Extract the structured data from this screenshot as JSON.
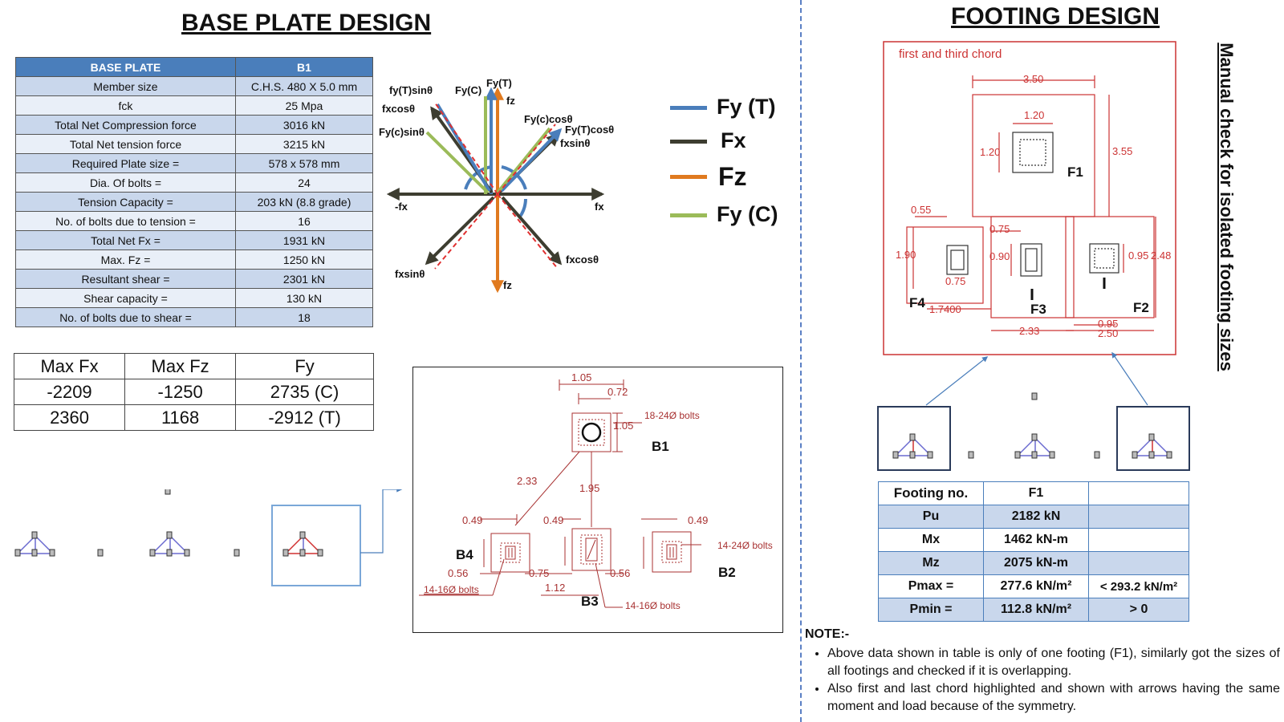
{
  "base_plate": {
    "title": "BASE PLATE DESIGN",
    "table": {
      "header": [
        "BASE PLATE",
        "B1"
      ],
      "rows": [
        [
          "Member size",
          "C.H.S. 480 X 5.0 mm"
        ],
        [
          "fck",
          "25 Mpa"
        ],
        [
          "Total Net Compression force",
          "3016 kN"
        ],
        [
          "Total Net tension force",
          "3215 kN"
        ],
        [
          "Required Plate size =",
          "578 x 578 mm"
        ],
        [
          "Dia. Of bolts =",
          "24"
        ],
        [
          "Tension Capacity =",
          "203 kN (8.8 grade)"
        ],
        [
          "No. of bolts due to tension =",
          "16"
        ],
        [
          "Total Net Fx =",
          "1931 kN"
        ],
        [
          "Max. Fz =",
          "1250 kN"
        ],
        [
          "Resultant shear =",
          "2301 kN"
        ],
        [
          "Shear capacity =",
          "130 kN"
        ],
        [
          "No. of bolts due to shear =",
          "18"
        ]
      ]
    },
    "max_table": {
      "header": [
        "Max Fx",
        "Max Fz",
        "Fy"
      ],
      "rows": [
        [
          "-2209",
          "-1250",
          "2735 (C)"
        ],
        [
          "2360",
          "1168",
          "-2912 (T)"
        ]
      ]
    }
  },
  "force_diagram": {
    "labels": {
      "fy_t_sin": "fy(T)sinθ",
      "fx_cos_ul": "fxcosθ",
      "fy_c_sin": "Fy(c)sinθ",
      "fy_c": "Fy(C)",
      "fy_t": "Fy(T)",
      "fz_top": "fz",
      "fy_c_cos": "Fy(c)cosθ",
      "fy_t_cos": "Fy(T)cosθ",
      "fx_sin_ur": "fxsinθ",
      "neg_fx": "-fx",
      "pos_fx": "fx",
      "fx_sin_ll": "fxsinθ",
      "fx_cos_lr": "fxcosθ",
      "fz_bottom": "fz"
    },
    "legend": [
      {
        "label": "Fy (T)",
        "color": "#4a7ebb"
      },
      {
        "label": "Fx",
        "color": "#3d3d30"
      },
      {
        "label": "Fz",
        "color": "#e07a1f"
      },
      {
        "label": "Fy (C)",
        "color": "#9bbb59"
      }
    ]
  },
  "plate_layout": {
    "dims": {
      "d105a": "1.05",
      "d072": "0.72",
      "d105b": "1.05",
      "bolts_b1": "18-24Ø bolts",
      "b1": "B1",
      "d233": "2.33",
      "d195": "1.95",
      "d049a": "0.49",
      "d049b": "0.49",
      "d049c": "0.49",
      "b4": "B4",
      "d056a": "0.56",
      "d075": "0.75",
      "d056b": "0.56",
      "bolts_b4": "14-16Ø bolts",
      "d112": "1.12",
      "b3": "B3",
      "bolts_b3": "14-16Ø bolts",
      "bolts_b2": "14-24Ø bolts",
      "b2": "B2"
    }
  },
  "footing": {
    "title": "FOOTING DESIGN",
    "side_title": "Manual check for isolated footing sizes",
    "plan": {
      "caption": "first and third chord",
      "dims": {
        "d350": "3.50",
        "d120a": "1.20",
        "d120b": "1.20",
        "d355": "3.55",
        "f1": "F1",
        "d055": "0.55",
        "d190": "1.90",
        "d075a": "0.75",
        "d075b": "0.75",
        "d090": "0.90",
        "d095a": "0.95",
        "d248": "2.48",
        "f4": "F4",
        "f3": "F3",
        "f2": "F2",
        "d17400": "1.7400",
        "d233": "2.33",
        "d095b": "0.95",
        "d250": "2.50"
      }
    },
    "table": {
      "rows": [
        [
          "Footing no.",
          "F1",
          ""
        ],
        [
          "Pu",
          "2182 kN",
          ""
        ],
        [
          "Mx",
          "1462 kN-m",
          ""
        ],
        [
          "Mz",
          "2075 kN-m",
          ""
        ],
        [
          "Pmax =",
          "277.6 kN/m²",
          "< 293.2 kN/m²"
        ],
        [
          "Pmin =",
          "112.8 kN/m²",
          "> 0"
        ]
      ]
    },
    "note": {
      "heading": "NOTE:-",
      "items": [
        "Above data shown in table is only of one footing (F1), similarly got the sizes of all footings and checked if it is overlapping.",
        "Also first and last chord highlighted and shown with arrows having the same moment and load because of the symmetry."
      ]
    }
  }
}
